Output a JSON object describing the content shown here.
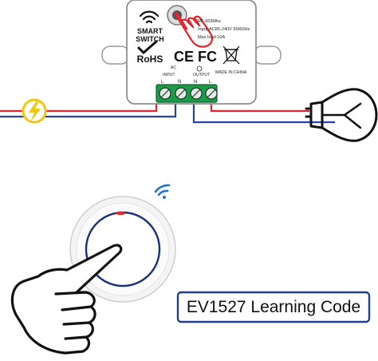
{
  "module": {
    "label_line1": "SMART",
    "label_line2": "SWITCH",
    "rohs": "RoHS",
    "spec_rf": "RF:433Mhz",
    "spec_input": "Input:AC85-240V 50/60Hz",
    "spec_max_load": "Max load:10A",
    "cert_marks": "CE FC",
    "made_in": "MADE IN CHINA",
    "terminal_ac": "AC",
    "terminal_input": "INPUT",
    "terminal_output": "OUTPUT",
    "terminal_l_left": "L",
    "terminal_n_left": "N",
    "terminal_n_right": "N",
    "terminal_l_right": "L"
  },
  "badge": {
    "text": "EV1527 Learning Code"
  },
  "colors": {
    "live_wire": "#e0262c",
    "neutral_wire": "#2442a8",
    "terminal_green": "#1d9a4a",
    "badge_border": "#1f3f8f",
    "button_ring": "#1a2f7a",
    "led_red": "#e5232a"
  },
  "icons": {
    "wifi": "wifi-icon",
    "check": "check-icon",
    "lightning": "lightning-icon",
    "bulb": "light-bulb-icon",
    "hand": "pointing-hand-icon"
  }
}
